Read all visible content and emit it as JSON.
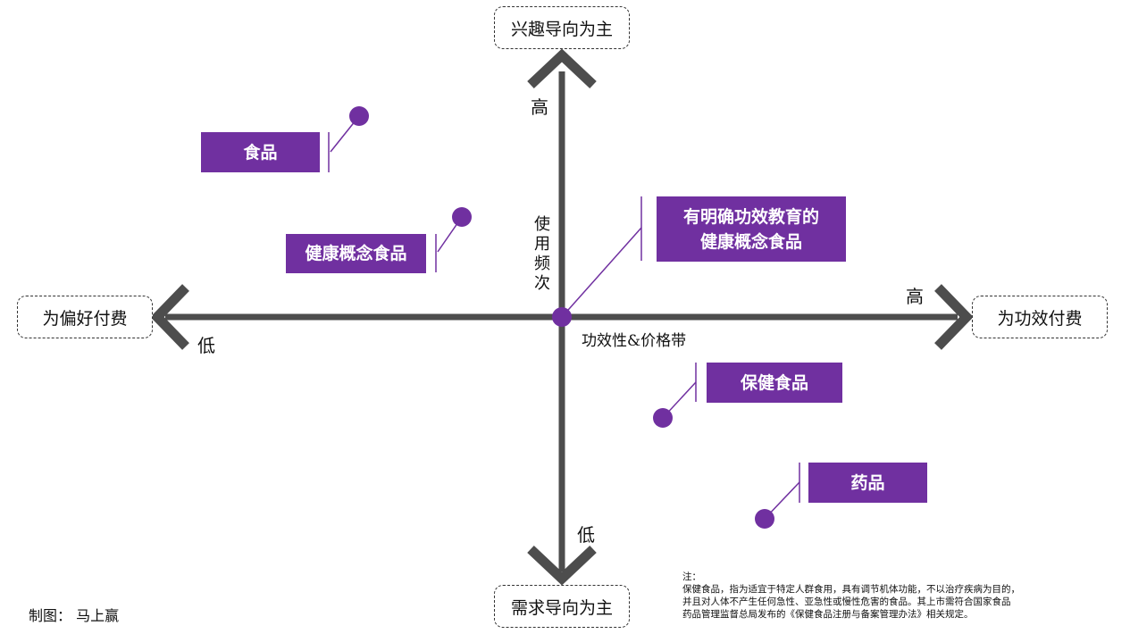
{
  "axes": {
    "top_label": "兴趣导向为主",
    "bottom_label": "需求导向为主",
    "left_label": "为偏好付费",
    "right_label": "为功效付费",
    "vertical_axis_title": "使用频次",
    "horizontal_axis_title": "功效性&价格带",
    "vertical_high": "高",
    "vertical_low": "低",
    "horizontal_high": "高",
    "horizontal_low": "低"
  },
  "categories": [
    {
      "name": "食品"
    },
    {
      "name": "健康概念食品"
    },
    {
      "name": "有明确功效教育的\n健康概念食品"
    },
    {
      "name": "保健食品"
    },
    {
      "name": "药品"
    }
  ],
  "credit": "制图： 马上赢",
  "note": "注：\n保健食品，指为适宜于特定人群食用，具有调节机体功能，不以治疗疾病为目的，\n并且对人体不产生任何急性、亚急性或慢性危害的食品。其上市需符合国家食品\n药品管理监督总局发布的《保健食品注册与备案管理办法》相关规定。",
  "colors": {
    "accent": "#7030a0",
    "axis": "#4d4d4d"
  }
}
